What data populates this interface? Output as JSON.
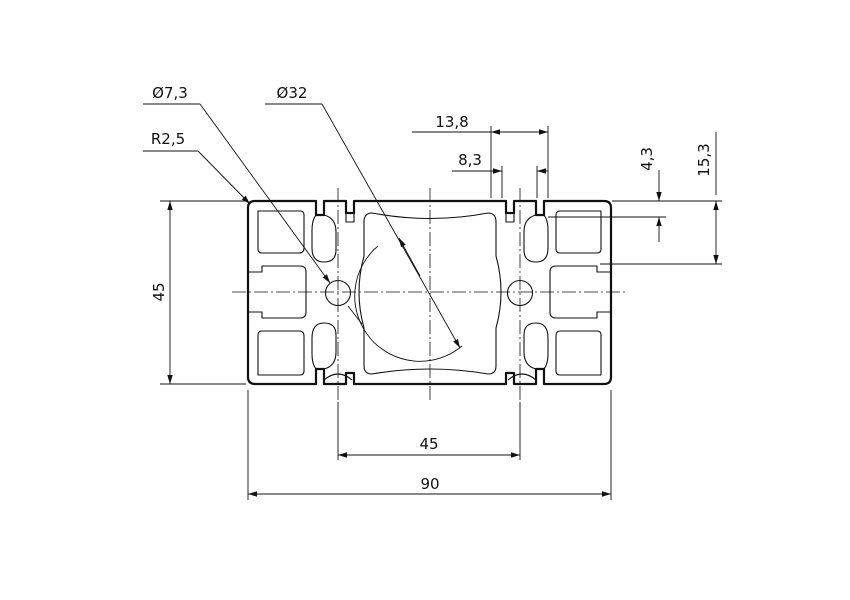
{
  "labels": {
    "dia_hole": "Ø7,3",
    "dia_core": "Ø32",
    "radius": "R2,5",
    "slot_outer": "13,8",
    "slot_inner": "8,3",
    "depth_small": "4,3",
    "depth_large": "15,3",
    "height": "45",
    "pitch": "45",
    "width": "90"
  },
  "colors": {
    "line": "#111111",
    "background": "#ffffff"
  }
}
